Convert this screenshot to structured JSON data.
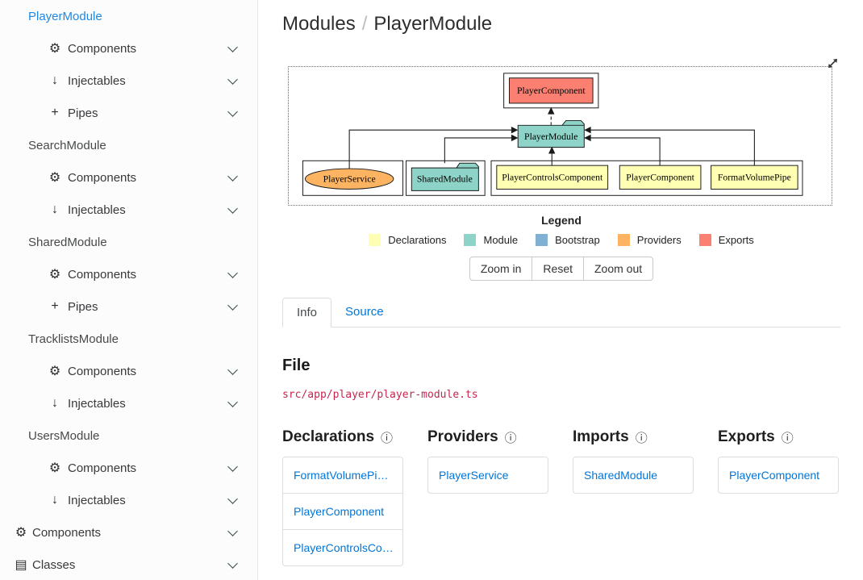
{
  "breadcrumb": {
    "section": "Modules",
    "separator": "/",
    "page": "PlayerModule"
  },
  "sidebar": {
    "modules": [
      {
        "label": "PlayerModule",
        "items": [
          {
            "icon": "gear",
            "label": "Components"
          },
          {
            "icon": "arrow-down",
            "label": "Injectables"
          },
          {
            "icon": "plus",
            "label": "Pipes"
          }
        ]
      },
      {
        "label": "SearchModule",
        "items": [
          {
            "icon": "gear",
            "label": "Components"
          },
          {
            "icon": "arrow-down",
            "label": "Injectables"
          }
        ]
      },
      {
        "label": "SharedModule",
        "items": [
          {
            "icon": "gear",
            "label": "Components"
          },
          {
            "icon": "plus",
            "label": "Pipes"
          }
        ]
      },
      {
        "label": "TracklistsModule",
        "items": [
          {
            "icon": "gear",
            "label": "Components"
          },
          {
            "icon": "arrow-down",
            "label": "Injectables"
          }
        ]
      },
      {
        "label": "UsersModule",
        "items": [
          {
            "icon": "gear",
            "label": "Components"
          },
          {
            "icon": "arrow-down",
            "label": "Injectables"
          }
        ]
      }
    ],
    "root_items": [
      {
        "icon": "gear",
        "label": "Components"
      },
      {
        "icon": "classes",
        "label": "Classes"
      }
    ]
  },
  "icons": {
    "gear": "⚙",
    "arrow_down": "↓",
    "plus": "+",
    "classes": "▤",
    "info": "ⓘ"
  },
  "diagram": {
    "nodes": {
      "exported_component": "PlayerComponent",
      "module": "PlayerModule",
      "provider": "PlayerService",
      "imported_module": "SharedModule",
      "declarations": [
        "PlayerControlsComponent",
        "PlayerComponent",
        "FormatVolumePipe"
      ]
    },
    "legend": {
      "title": "Legend",
      "items": [
        {
          "label": "Declarations",
          "color": "#ffffb3"
        },
        {
          "label": "Module",
          "color": "#8dd3c7"
        },
        {
          "label": "Bootstrap",
          "color": "#80b1d3"
        },
        {
          "label": "Providers",
          "color": "#fdb462"
        },
        {
          "label": "Exports",
          "color": "#fb8072"
        }
      ]
    },
    "controls": {
      "zoom_in": "Zoom in",
      "reset": "Reset",
      "zoom_out": "Zoom out"
    }
  },
  "tabs": {
    "info": "Info",
    "source": "Source"
  },
  "file": {
    "heading": "File",
    "path": "src/app/player/player-module.ts"
  },
  "sections": {
    "declarations": {
      "title": "Declarations",
      "items": [
        "FormatVolumePi…",
        "PlayerComponent",
        "PlayerControlsCo…"
      ]
    },
    "providers": {
      "title": "Providers",
      "items": [
        "PlayerService"
      ]
    },
    "imports": {
      "title": "Imports",
      "items": [
        "SharedModule"
      ]
    },
    "exports": {
      "title": "Exports",
      "items": [
        "PlayerComponent"
      ]
    }
  },
  "colors": {
    "active_link": "#1e88e5",
    "link": "#0275d8",
    "code": "#c7254e",
    "declarations": "#ffffb3",
    "module": "#8dd3c7",
    "bootstrap": "#80b1d3",
    "providers": "#fdb462",
    "exports": "#fb8072"
  }
}
